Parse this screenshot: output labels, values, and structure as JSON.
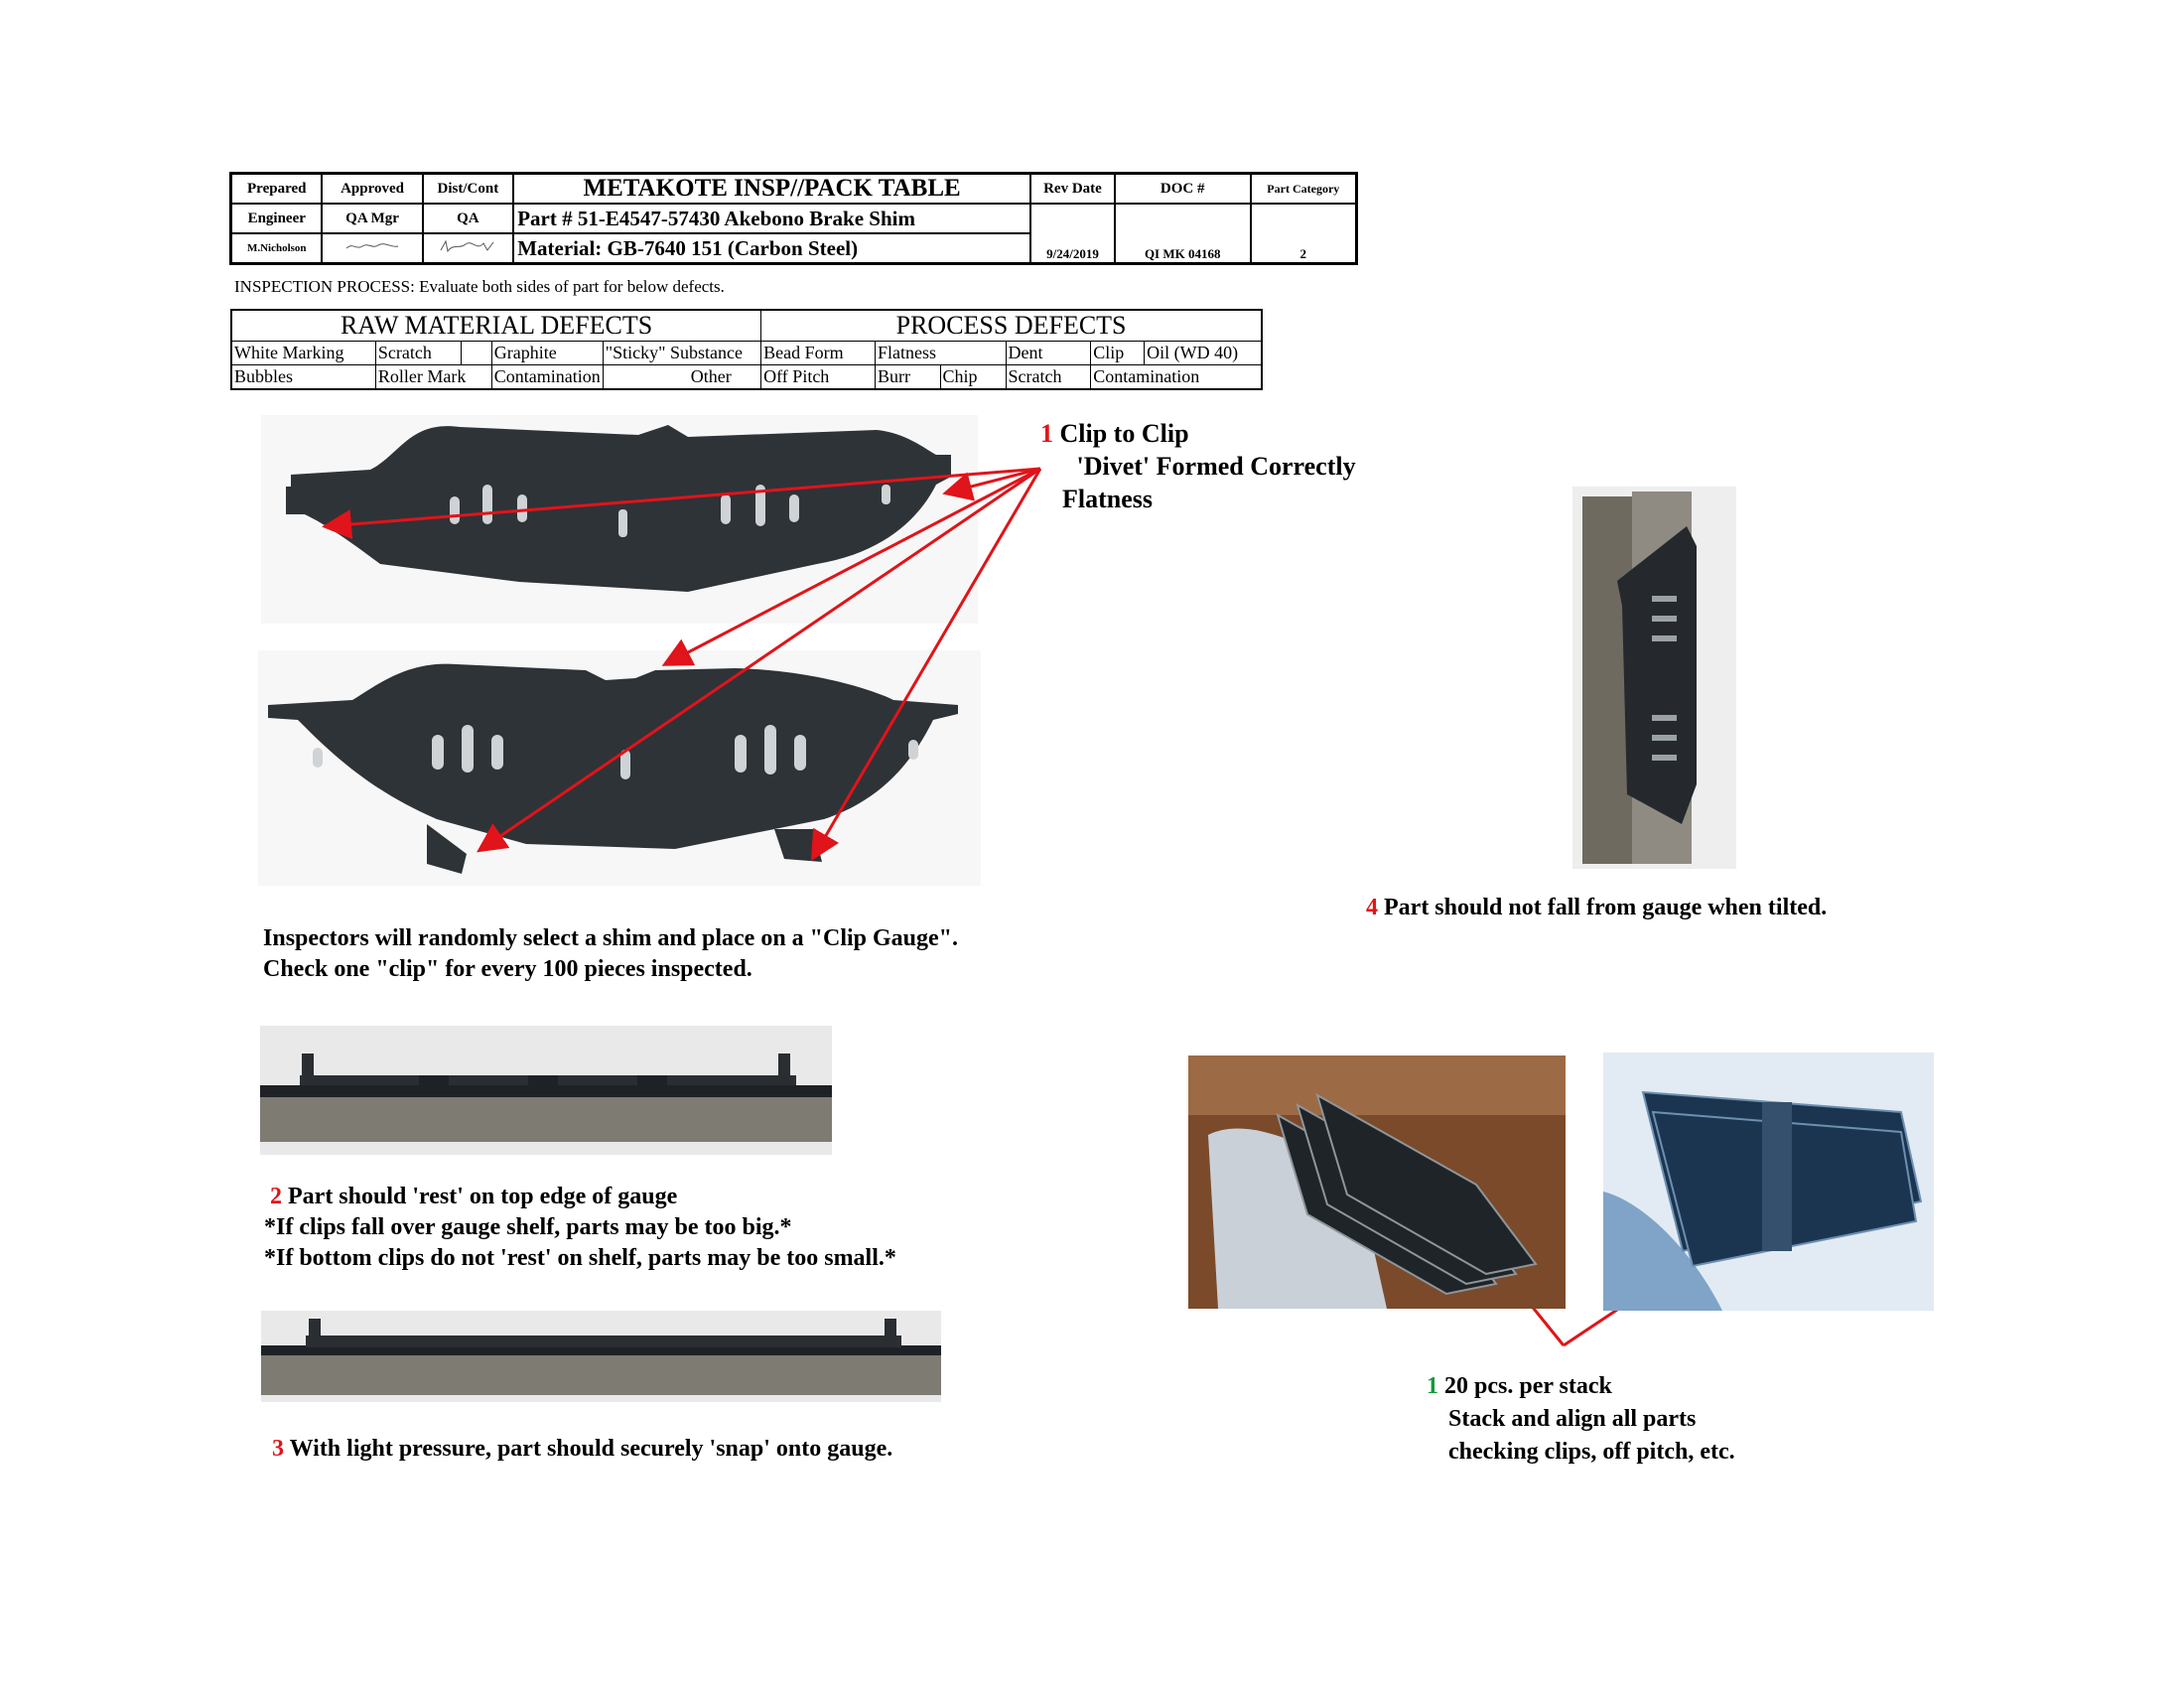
{
  "header": {
    "prepared_label": "Prepared",
    "approved_label": "Approved",
    "dist_label": "Dist/Cont",
    "title": "METAKOTE INSP//PACK TABLE",
    "rev_date_label": "Rev Date",
    "doc_label": "DOC #",
    "part_category_label": "Part Category",
    "prepared_role": "Engineer",
    "approved_role": "QA Mgr",
    "dist_role": "QA",
    "part_number": "Part # 51-E4547-57430 Akebono Brake Shim",
    "prepared_name": "M.Nicholson",
    "material": "Material: GB-7640 151  (Carbon Steel)",
    "rev_date": "9/24/2019",
    "doc_number": "QI MK 04168",
    "part_category": "2"
  },
  "inspection_process": "INSPECTION  PROCESS:  Evaluate both sides of part for below defects.",
  "defects": {
    "raw_title": "RAW  MATERIAL  DEFECTS",
    "process_title": "PROCESS  DEFECTS",
    "raw_row1": [
      "White Marking",
      "Scratch",
      "Graphite",
      "\"Sticky\" Substance"
    ],
    "raw_row2": [
      "Bubbles",
      "Roller Mark",
      "Contamination",
      "Other"
    ],
    "process_row1": [
      "Bead Form",
      "Flatness",
      "Dent",
      "Clip",
      "Oil (WD 40)"
    ],
    "process_row2": [
      "Off Pitch",
      "Burr",
      "Chip",
      "Scratch",
      "Contamination"
    ]
  },
  "notes": {
    "n1_num": "1",
    "n1_lines": [
      "Clip to Clip",
      " 'Divet' Formed Correctly",
      "Flatness"
    ],
    "inspector_lines": [
      "Inspectors will randomly select a shim and place on a \"Clip Gauge\".",
      "Check one \"clip\" for every 100 pieces inspected."
    ],
    "n2_num": "2",
    "n2_line": "Part should 'rest' on top edge of gauge",
    "n2_sub": [
      "*If clips fall over gauge shelf, parts may be too big.*",
      "*If bottom clips do not 'rest' on shelf, parts may be too small.*"
    ],
    "n3_num": "3",
    "n3_line": "With light pressure, part should securely 'snap' onto gauge.",
    "n4_num": "4",
    "n4_line": "Part should not fall from gauge when tilted.",
    "s1_num": "1",
    "s1_lines": [
      "20 pcs. per stack",
      "Stack and align all parts",
      "checking clips, off pitch, etc."
    ]
  },
  "colors": {
    "accent_red": "#e0141a",
    "accent_green": "#149a3a",
    "part_black": "#2e3338"
  }
}
